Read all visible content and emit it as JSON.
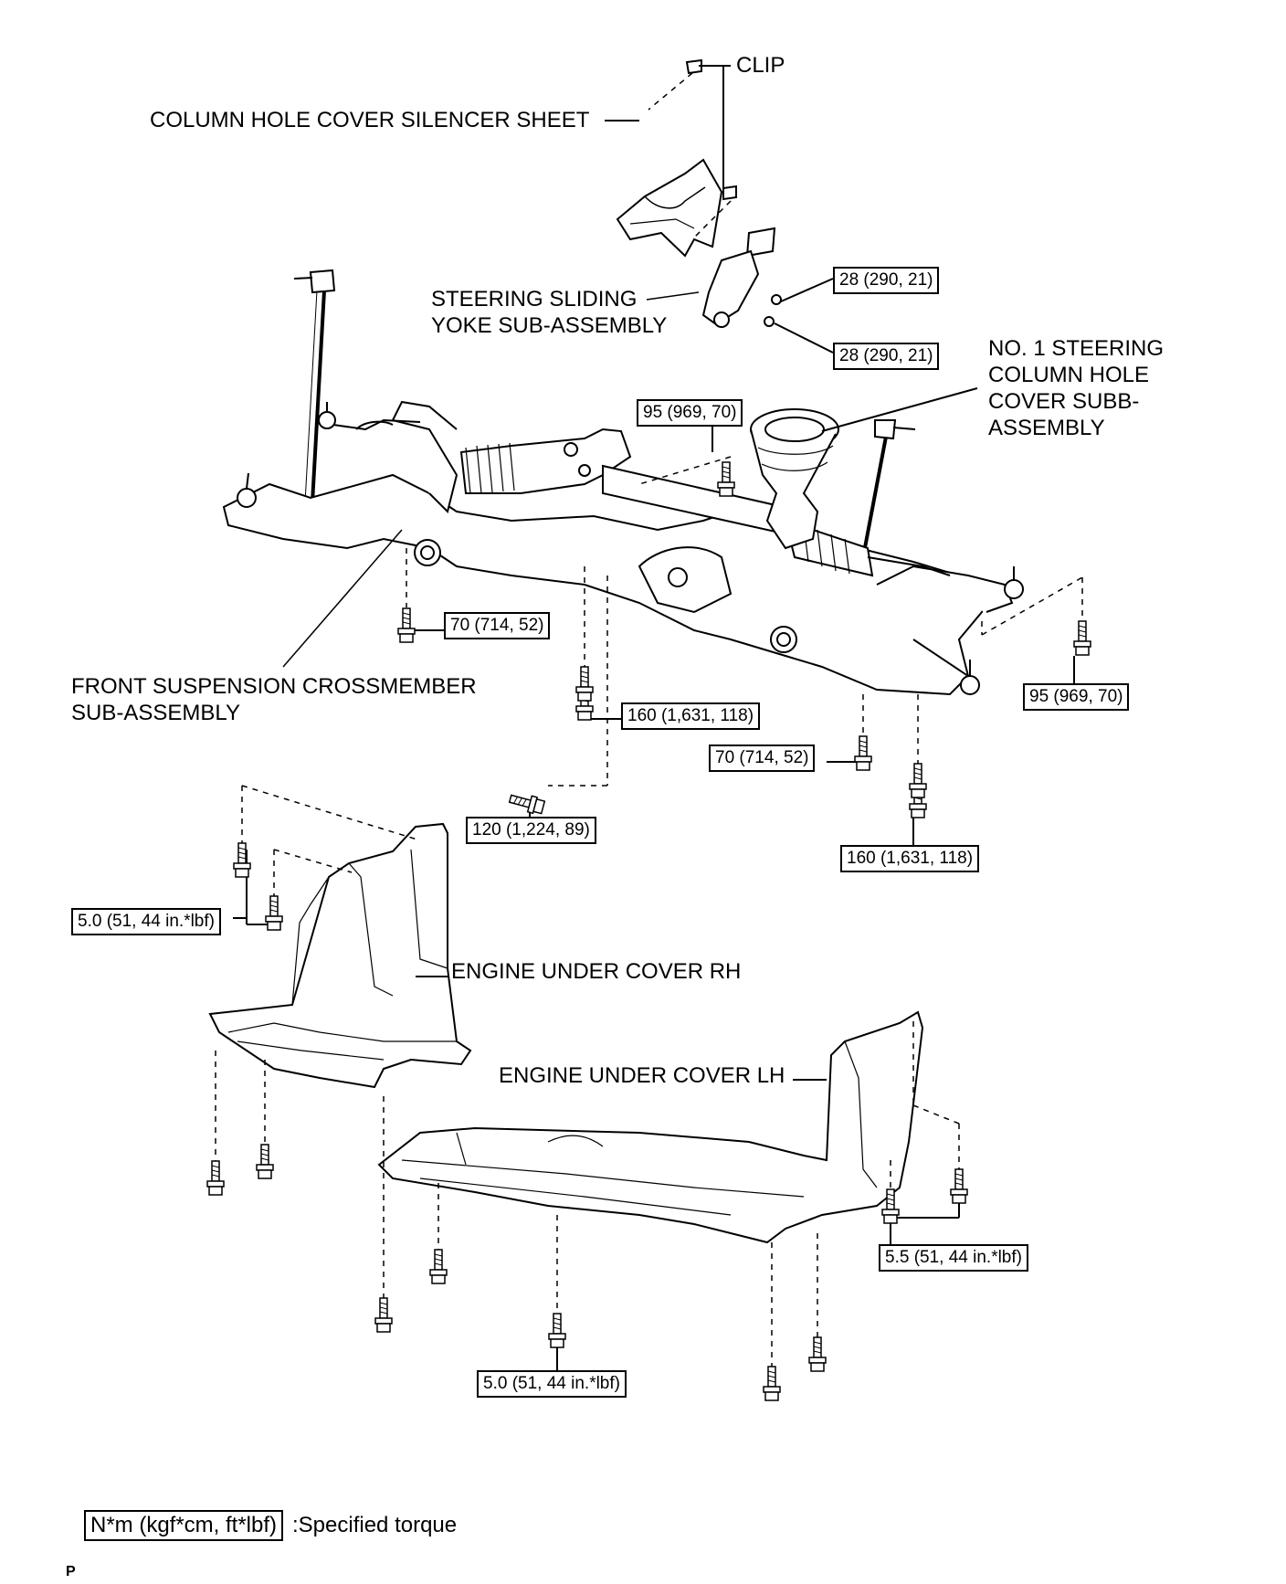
{
  "labels": {
    "clip": "CLIP",
    "silencer_sheet": "COLUMN HOLE COVER SILENCER SHEET",
    "sliding_yoke_1": "STEERING SLIDING",
    "sliding_yoke_2": "YOKE SUB-ASSEMBLY",
    "column_cover_1": "NO. 1 STEERING",
    "column_cover_2": "COLUMN HOLE",
    "column_cover_3": "COVER SUBB-",
    "column_cover_4": "ASSEMBLY",
    "crossmember_1": "FRONT SUSPENSION CROSSMEMBER",
    "crossmember_2": "SUB-ASSEMBLY",
    "under_cover_rh": "ENGINE UNDER COVER RH",
    "under_cover_lh": "ENGINE UNDER COVER LH"
  },
  "torques": {
    "yoke_upper": "28 (290, 21)",
    "yoke_lower": "28 (290, 21)",
    "rack_bolt": "95 (969, 70)",
    "cm_left_bolt": "70 (714, 52)",
    "cm_right_bolt": "95 (969, 70)",
    "cm_center_bolt": "160 (1,631, 118)",
    "cm_center_right_bolt": "70 (714, 52)",
    "cm_rear_bolt": "120 (1,224, 89)",
    "cm_rear_right_bolt": "160 (1,631, 118)",
    "rh_cover_bolt": "5.0 (51, 44 in.*lbf)",
    "lh_cover_right_bolt": "5.5 (51, 44 in.*lbf)",
    "lh_cover_bottom_bolt": "5.0 (51, 44 in.*lbf)"
  },
  "legend": {
    "box": "N*m (kgf*cm, ft*lbf)",
    "text": ":Specified torque"
  },
  "page_mark": "P"
}
